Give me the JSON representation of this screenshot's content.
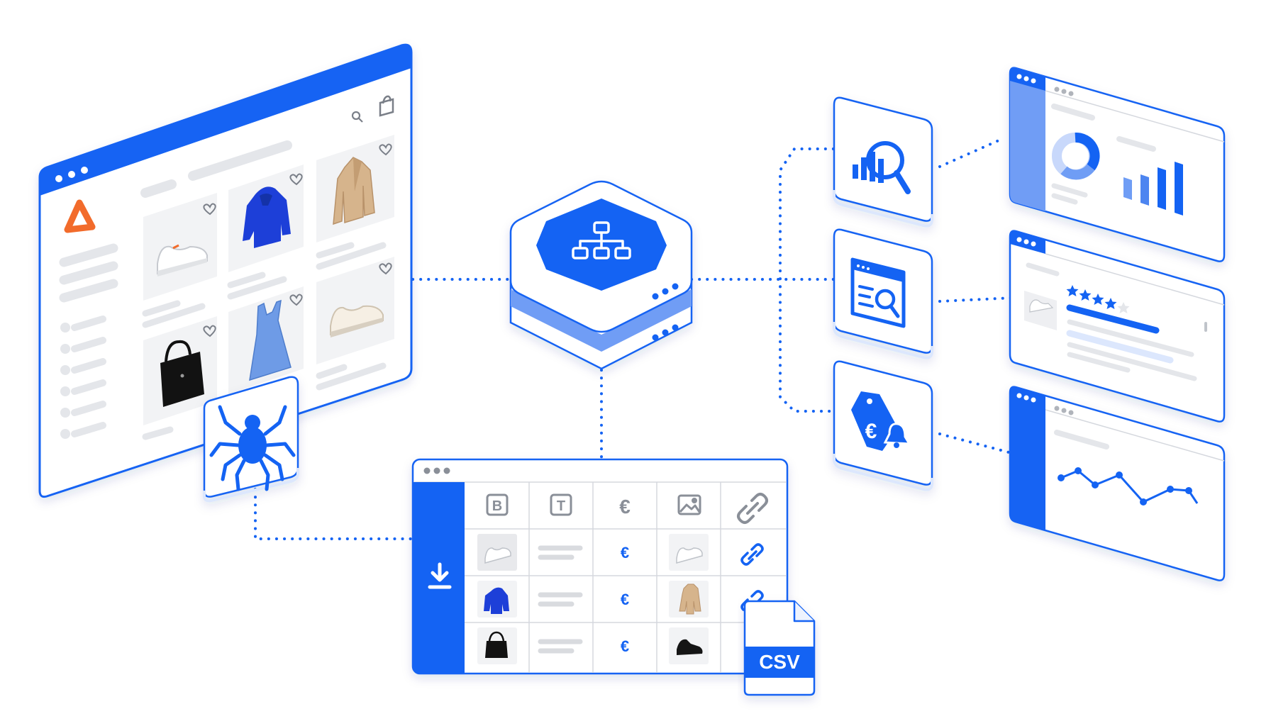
{
  "colors": {
    "accent": "#1463F3",
    "accent_light": "#6F9DF5",
    "accent_pale": "#DCE7FD",
    "brand_orange": "#F26B2B",
    "skeleton": "#E4E6EA",
    "border": "#1463F3",
    "background": "#FFFFFF"
  },
  "store_window": {
    "icons": [
      "window-dots-icon",
      "brand-logo-icon",
      "search-icon",
      "shopping-bag-icon",
      "heart-icon"
    ],
    "products": [
      {
        "name": "white-sneaker",
        "icon": "sneaker-icon"
      },
      {
        "name": "blue-hoodie",
        "icon": "hoodie-icon"
      },
      {
        "name": "beige-coat",
        "icon": "coat-icon"
      },
      {
        "name": "black-handbag",
        "icon": "handbag-icon"
      },
      {
        "name": "blue-dress",
        "icon": "dress-icon"
      },
      {
        "name": "cream-sneaker",
        "icon": "sneaker-icon"
      }
    ]
  },
  "crawler": {
    "icon": "spider-icon"
  },
  "hub": {
    "icon": "sitemap-icon"
  },
  "spreadsheet": {
    "header_icons": [
      "bold-text-icon",
      "text-icon",
      "euro-icon",
      "image-icon",
      "link-icon"
    ],
    "row_euro": "€",
    "header_euro": "€",
    "header_bold": "B",
    "header_text": "T",
    "download_icon": "download-icon",
    "rows": [
      {
        "product": "white-sneaker"
      },
      {
        "product": "blue-hoodie"
      },
      {
        "product": "black-handbag"
      }
    ]
  },
  "csv_file": {
    "label": "CSV",
    "icon": "csv-file-icon"
  },
  "services": [
    {
      "name": "market-analysis",
      "icon": "analytics-search-icon"
    },
    {
      "name": "web-search",
      "icon": "browser-search-icon"
    },
    {
      "name": "price-alert",
      "icon": "euro-price-tag-bell-icon"
    }
  ],
  "dashboards": [
    {
      "name": "analytics-dashboard",
      "icon": "donut-bar-chart-icon"
    },
    {
      "name": "reviews-dashboard",
      "icon": "star-rating-icon",
      "rating": 4
    },
    {
      "name": "price-trend-dashboard",
      "icon": "line-chart-icon"
    }
  ]
}
